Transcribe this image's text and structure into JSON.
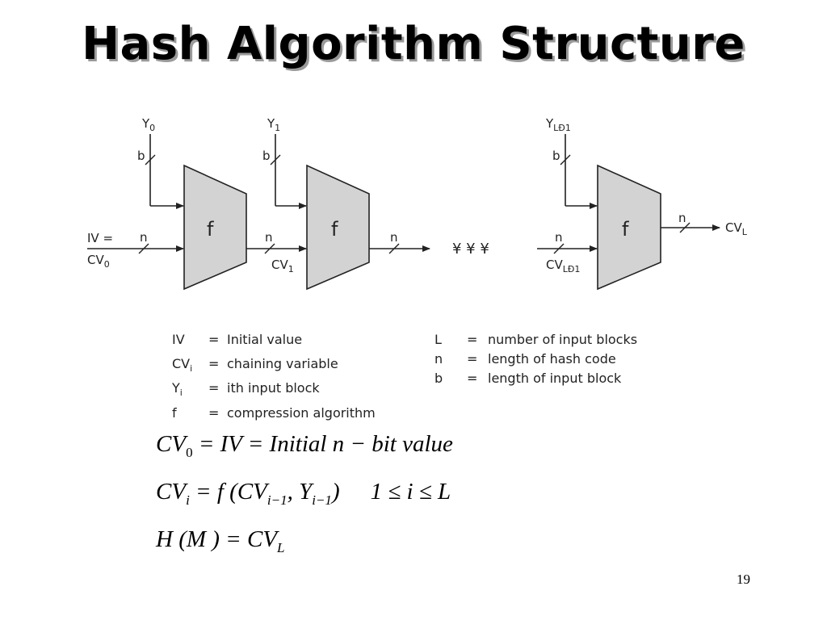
{
  "slide": {
    "title": "Hash Algorithm Structure",
    "page_number": "19"
  },
  "diagram": {
    "blocks": [
      {
        "input_label": "Y",
        "input_sub": "0",
        "input_width": "b",
        "func": "f",
        "chain_width": "n"
      },
      {
        "input_label": "Y",
        "input_sub": "1",
        "input_width": "b",
        "func": "f",
        "chain_width": "n"
      },
      {
        "input_label": "Y",
        "input_sub": "LĐ1",
        "input_width": "b",
        "func": "f",
        "chain_width": "n"
      }
    ],
    "iv_label": "IV =",
    "cv0_label": "CV",
    "cv0_sub": "0",
    "cv1_label": "CV",
    "cv1_sub": "1",
    "cvl1_label": "CV",
    "cvl1_sub": "LĐ1",
    "output_width": "n",
    "output_label": "CV",
    "output_sub": "L",
    "mid_width": "n",
    "ellipsis": "¥ ¥ ¥"
  },
  "legend": {
    "left": [
      {
        "sym": "IV",
        "sub": "",
        "eq": "=",
        "desc": "Initial value"
      },
      {
        "sym": "CV",
        "sub": "i",
        "eq": "=",
        "desc": "chaining variable"
      },
      {
        "sym": "Y",
        "sub": "i",
        "eq": "=",
        "desc": "ith input block"
      },
      {
        "sym": "f",
        "sub": "",
        "eq": "=",
        "desc": "compression algorithm"
      }
    ],
    "right": [
      {
        "sym": "L",
        "sub": "",
        "eq": "=",
        "desc": "number of input blocks"
      },
      {
        "sym": "n",
        "sub": "",
        "eq": "=",
        "desc": "length of hash code"
      },
      {
        "sym": "b",
        "sub": "",
        "eq": "=",
        "desc": "length of input block"
      }
    ]
  },
  "equations": {
    "eq1": {
      "lhs": "CV",
      "lhs_sub": "0",
      "rhs": " = IV = Initial n − bit value"
    },
    "eq2": {
      "lhs": "CV",
      "lhs_sub": "i",
      "rhs_a": " = f (CV",
      "sub_a": "i−1",
      "rhs_b": ", Y",
      "sub_b": "i−1",
      "rhs_c": ")",
      "cond": "1 ≤ i ≤ L"
    },
    "eq3": {
      "lhs": "H (M ) = CV",
      "lhs_sub": "L"
    }
  }
}
